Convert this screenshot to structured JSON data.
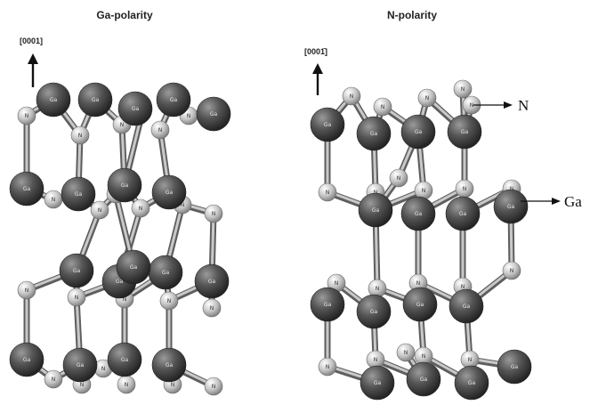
{
  "panels": {
    "ga_polarity": {
      "title": "Ga-polarity",
      "direction": "[0001]"
    },
    "n_polarity": {
      "title": "N-polarity",
      "direction": "[0001̄]"
    }
  },
  "labels": {
    "n": "N",
    "ga": "Ga"
  },
  "atom_symbols": {
    "ga": "Ga",
    "n": "N"
  },
  "colors": {
    "ga_atom": "#4a4a4a",
    "n_atom": "#c8c8c8",
    "bond": "#9a9a9a",
    "text": "#111111"
  },
  "icons": {
    "direction_arrow": "up-arrow-icon",
    "pointer_arrow": "right-arrow-icon"
  }
}
